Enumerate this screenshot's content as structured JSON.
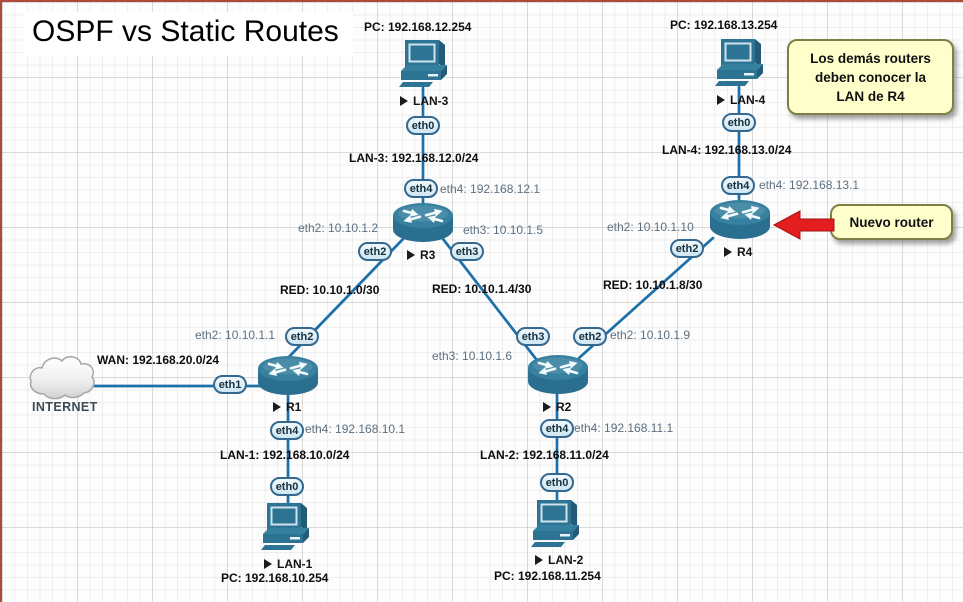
{
  "title": "OSPF vs Static Routes",
  "colors": {
    "device_teal": "#2d7394",
    "link_blue": "#1d6fa9",
    "note_bg": "#ffffcc",
    "note_border": "#7f7f45",
    "arrow_red": "#e41e1e"
  },
  "notes": {
    "note_r4": {
      "lines": [
        "Los demás routers",
        "deben conocer la",
        "LAN de R4"
      ]
    },
    "note_new_router": {
      "text": "Nuevo router"
    }
  },
  "devices": {
    "internet": {
      "label": "INTERNET"
    },
    "r1": {
      "name": "R1"
    },
    "r2": {
      "name": "R2"
    },
    "r3": {
      "name": "R3"
    },
    "r4": {
      "name": "R4"
    },
    "pc1": {
      "name": "LAN-1",
      "ip": "PC: 192.168.10.254"
    },
    "pc2": {
      "name": "LAN-2",
      "ip": "PC: 192.168.11.254"
    },
    "pc3": {
      "name": "LAN-3",
      "ip": "PC: 192.168.12.254"
    },
    "pc4": {
      "name": "LAN-4",
      "ip": "PC: 192.168.13.254"
    }
  },
  "networks": {
    "wan": "WAN: 192.168.20.0/24",
    "lan1": "LAN-1: 192.168.10.0/24",
    "lan2": "LAN-2: 192.168.11.0/24",
    "lan3": "LAN-3: 192.168.12.0/24",
    "lan4": "LAN-4: 192.168.13.0/24",
    "red10": "RED: 10.10.1.0/30",
    "red14": "RED: 10.10.1.4/30",
    "red18": "RED: 10.10.1.8/30"
  },
  "interfaces": {
    "r1_eth1": {
      "port": "eth1"
    },
    "r1_eth2": {
      "port": "eth2",
      "ip": "eth2: 10.10.1.1"
    },
    "r1_eth4": {
      "port": "eth4",
      "ip": "eth4: 192.168.10.1"
    },
    "r2_eth2": {
      "port": "eth2",
      "ip": "eth2: 10.10.1.9"
    },
    "r2_eth3": {
      "port": "eth3",
      "ip": "eth3: 10.10.1.6"
    },
    "r2_eth4": {
      "port": "eth4",
      "ip": "eth4: 192.168.11.1"
    },
    "r3_eth2": {
      "port": "eth2",
      "ip": "eth2: 10.10.1.2"
    },
    "r3_eth3": {
      "port": "eth3",
      "ip": "eth3: 10.10.1.5"
    },
    "r3_eth4": {
      "port": "eth4",
      "ip": "eth4: 192.168.12.1"
    },
    "r4_eth2": {
      "port": "eth2",
      "ip": "eth2: 10.10.1.10"
    },
    "r4_eth4": {
      "port": "eth4",
      "ip": "eth4: 192.168.13.1"
    },
    "pc1_eth0": {
      "port": "eth0"
    },
    "pc2_eth0": {
      "port": "eth0"
    },
    "pc3_eth0": {
      "port": "eth0"
    },
    "pc4_eth0": {
      "port": "eth0"
    }
  }
}
